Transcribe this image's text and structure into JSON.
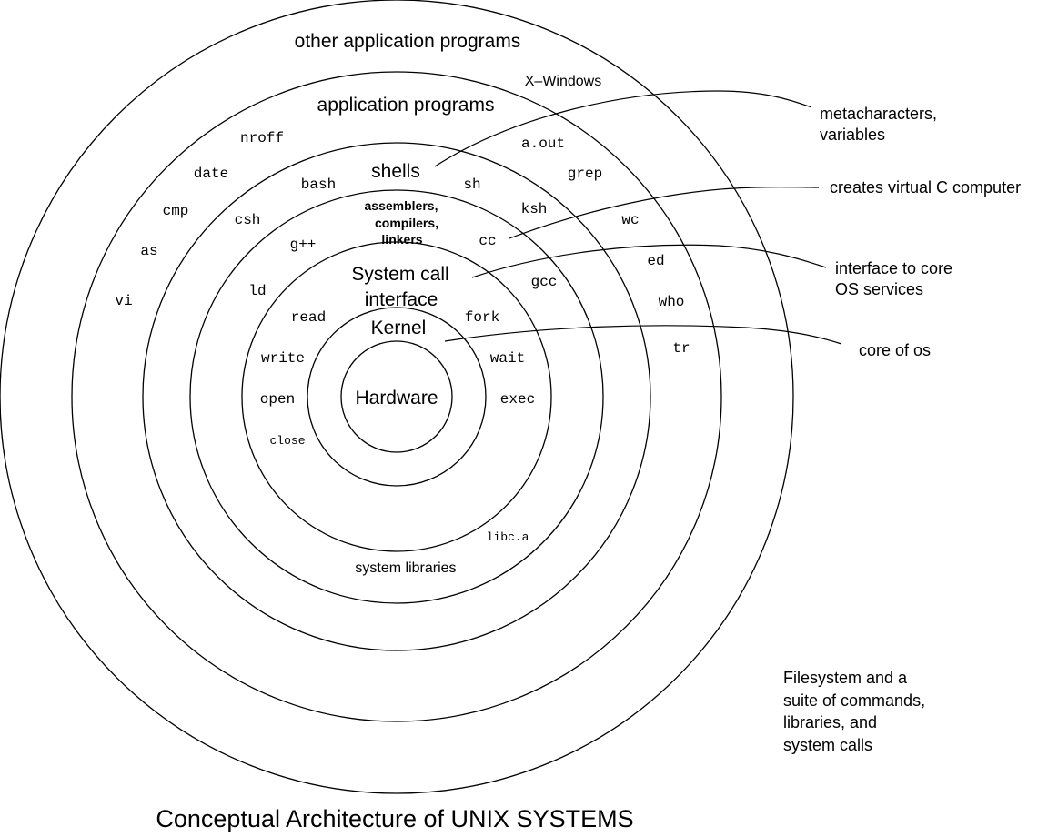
{
  "title": "Conceptual Architecture of UNIX SYSTEMS",
  "layers": {
    "hardware": "Hardware",
    "kernel": "Kernel",
    "syscall_line1": "System call",
    "syscall_line2": "interface",
    "compilers_line1": "assemblers,",
    "compilers_line2": "compilers,",
    "compilers_line3": "linkers",
    "shells": "shells",
    "application_programs": "application programs",
    "other_application_programs": "other application programs",
    "system_libraries": "system libraries",
    "x_windows": "X–Windows"
  },
  "syscalls": {
    "read": "read",
    "fork": "fork",
    "write": "write",
    "wait": "wait",
    "open": "open",
    "exec": "exec",
    "close": "close",
    "libc": "libc.a"
  },
  "tools": {
    "g_plus_plus": "g++",
    "cc": "cc",
    "ld": "ld",
    "gcc": "gcc",
    "csh": "csh",
    "ksh": "ksh",
    "bash": "bash",
    "sh": "sh"
  },
  "apps": {
    "nroff": "nroff",
    "a_out": "a.out",
    "date": "date",
    "grep": "grep",
    "cmp": "cmp",
    "wc": "wc",
    "as": "as",
    "ed": "ed",
    "vi": "vi",
    "who": "who",
    "tr": "tr"
  },
  "annotations": {
    "metachar_line1": "metacharacters,",
    "metachar_line2": "variables",
    "virtual_c": "creates virtual C computer",
    "interface_line1": "interface to core",
    "interface_line2": "OS services",
    "core_os": "core of os",
    "fs_line1": "Filesystem and a",
    "fs_line2": "suite of commands,",
    "fs_line3": "libraries, and",
    "fs_line4": "system calls"
  }
}
